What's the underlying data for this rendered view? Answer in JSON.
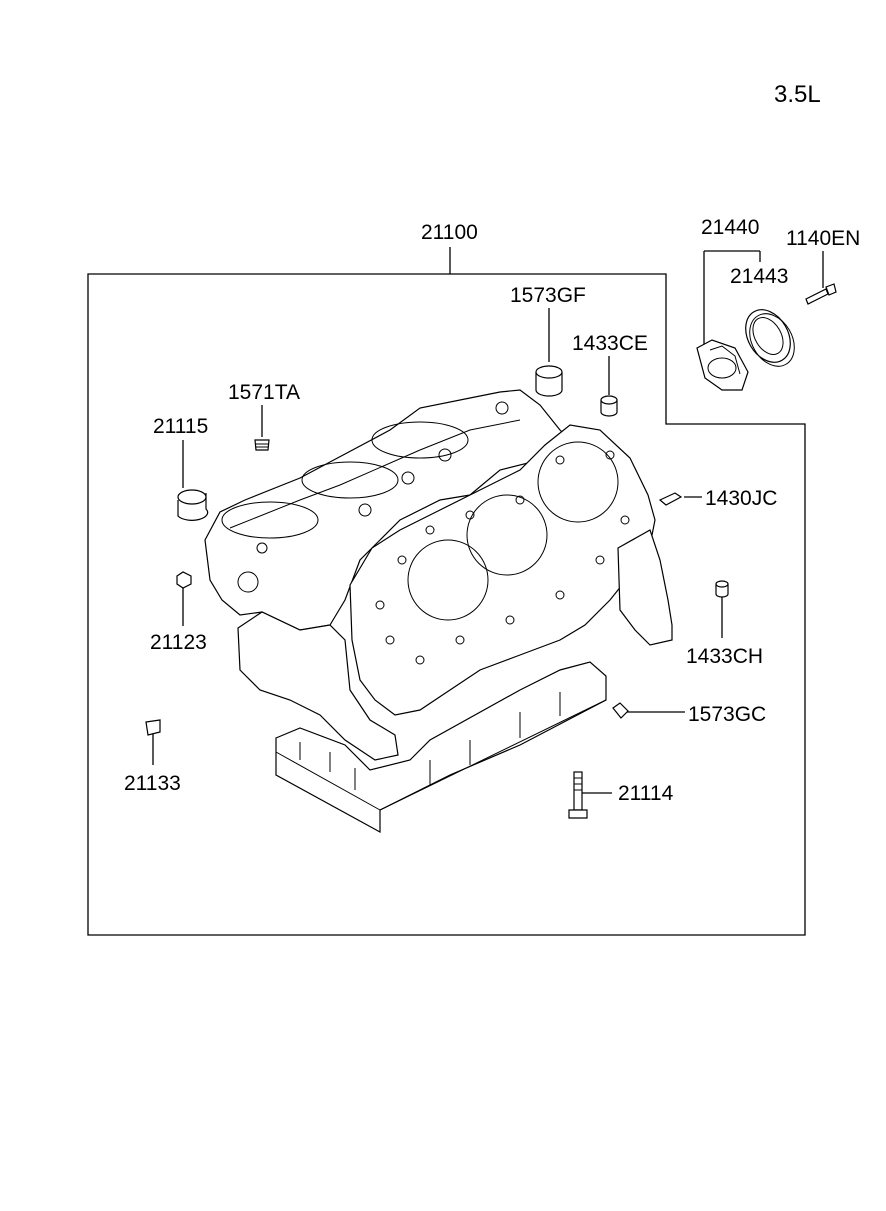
{
  "engine_size": "3.5L",
  "labels": {
    "assembly": "21100",
    "p1573GF": "1573GF",
    "p1433CE": "1433CE",
    "p1571TA": "1571TA",
    "p21115": "21115",
    "p1430JC": "1430JC",
    "p21123": "21123",
    "p1433CH": "1433CH",
    "p1573GC": "1573GC",
    "p21133": "21133",
    "p21114": "21114",
    "p21440": "21440",
    "p21443": "21443",
    "p1140EN": "1140EN"
  }
}
